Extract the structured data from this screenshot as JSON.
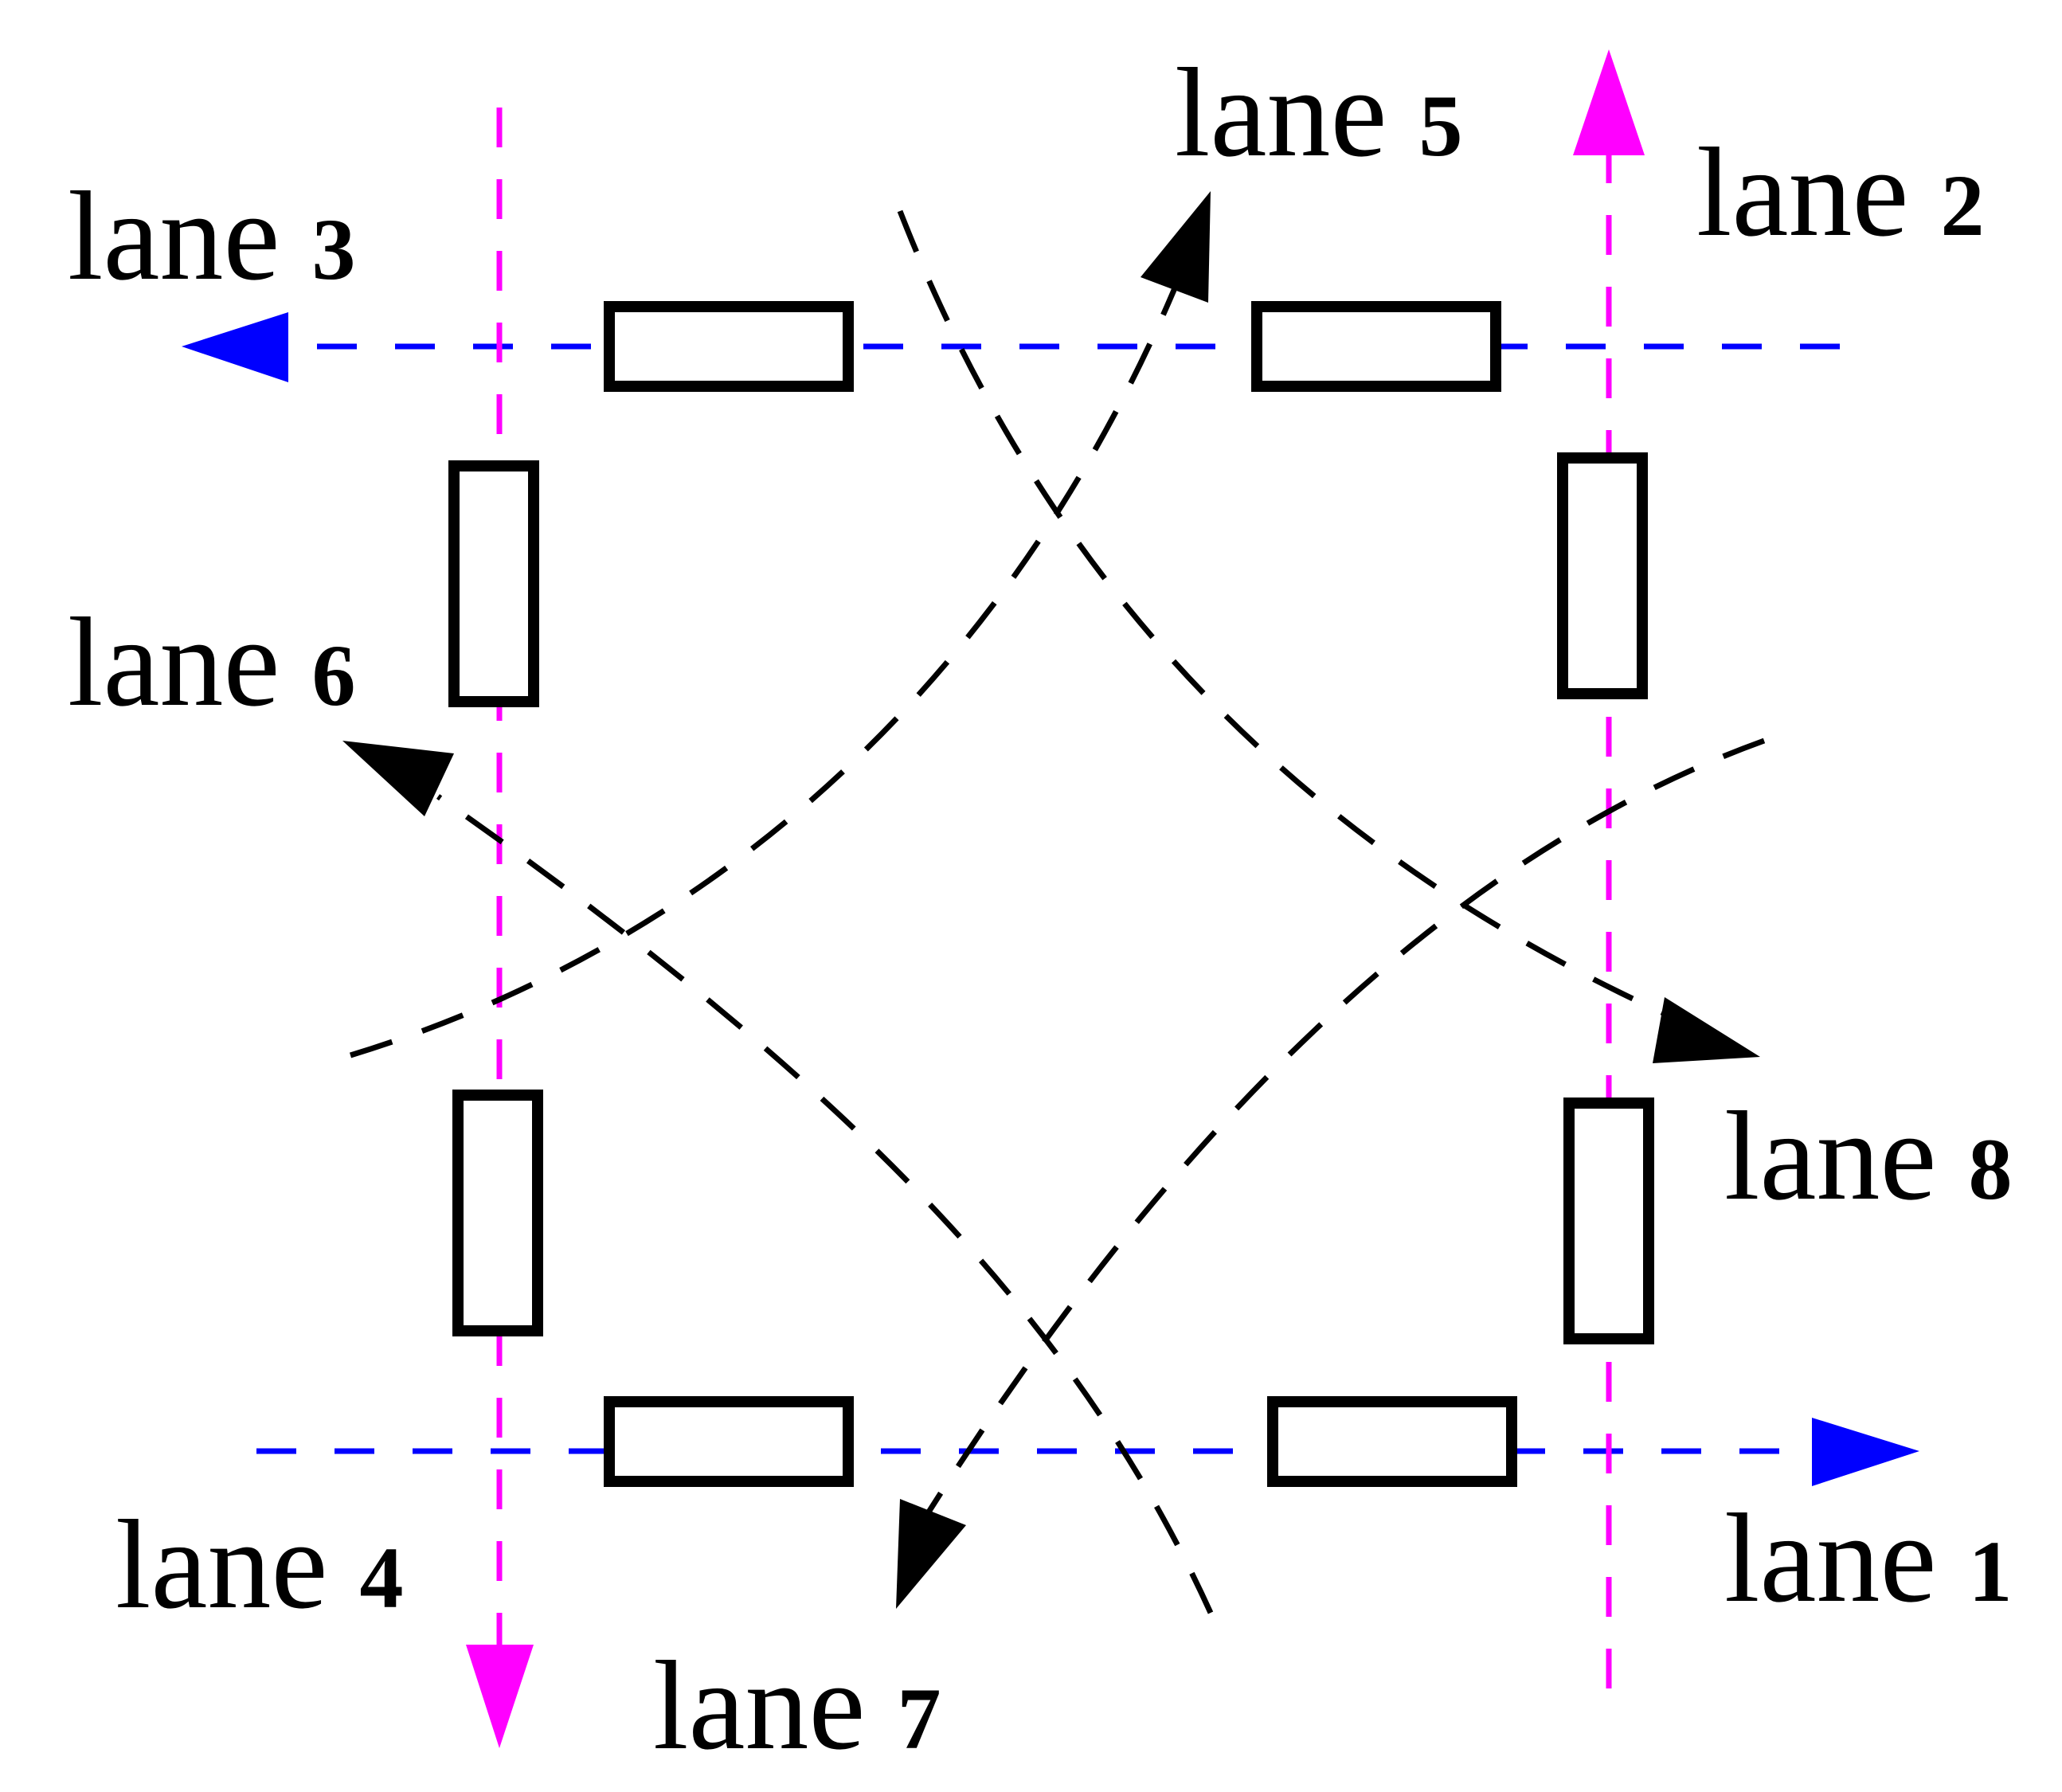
{
  "colors": {
    "straight_horizontal": "#0000ff",
    "straight_vertical": "#ff00ff",
    "turning": "#000000",
    "vehicle_outline": "#000000"
  },
  "lanes": {
    "lane1": {
      "word": "lane",
      "num": "1"
    },
    "lane2": {
      "word": "lane",
      "num": "2"
    },
    "lane3": {
      "word": "lane",
      "num": "3"
    },
    "lane4": {
      "word": "lane",
      "num": "4"
    },
    "lane5": {
      "word": "lane",
      "num": "5"
    },
    "lane6": {
      "word": "lane",
      "num": "6"
    },
    "lane7": {
      "word": "lane",
      "num": "7"
    },
    "lane8": {
      "word": "lane",
      "num": "8"
    }
  }
}
